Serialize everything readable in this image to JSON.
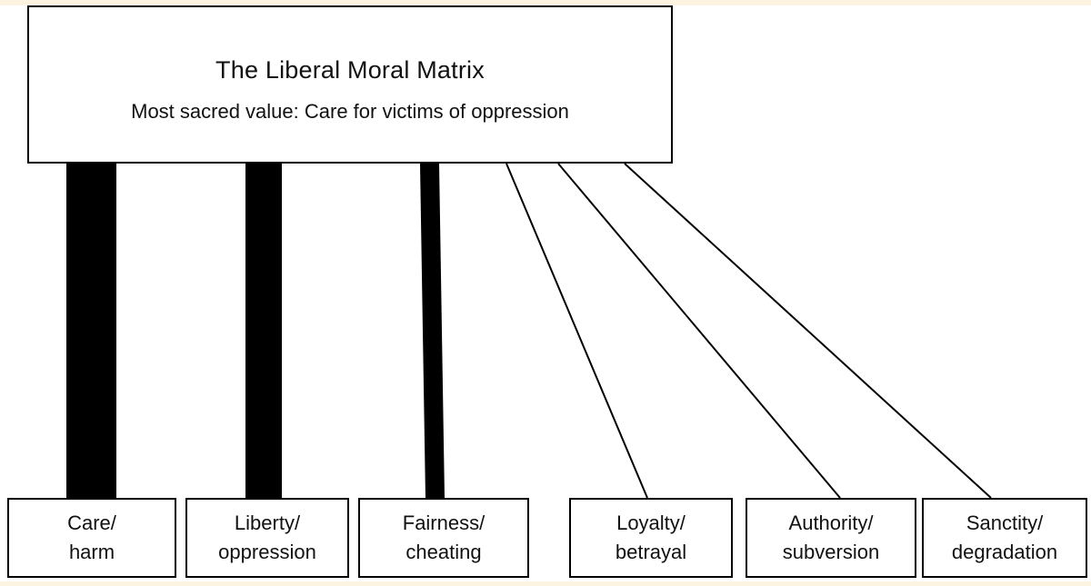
{
  "matrix": {
    "title": "The Liberal Moral Matrix",
    "subtitle": "Most sacred value: Care for victims of oppression"
  },
  "foundations": [
    {
      "id": "care",
      "line1": "Care/",
      "line2": "harm",
      "strength": "thick"
    },
    {
      "id": "liberty",
      "line1": "Liberty/",
      "line2": "oppression",
      "strength": "thick"
    },
    {
      "id": "fairness",
      "line1": "Fairness/",
      "line2": "cheating",
      "strength": "medium"
    },
    {
      "id": "loyalty",
      "line1": "Loyalty/",
      "line2": "betrayal",
      "strength": "thin"
    },
    {
      "id": "authority",
      "line1": "Authority/",
      "line2": "subversion",
      "strength": "thin"
    },
    {
      "id": "sanctity",
      "line1": "Sanctity/",
      "line2": "degradation",
      "strength": "thin"
    }
  ],
  "colors": {
    "line": "#000000",
    "frame": "#fcf3e1",
    "box_fill": "#ffffff"
  }
}
